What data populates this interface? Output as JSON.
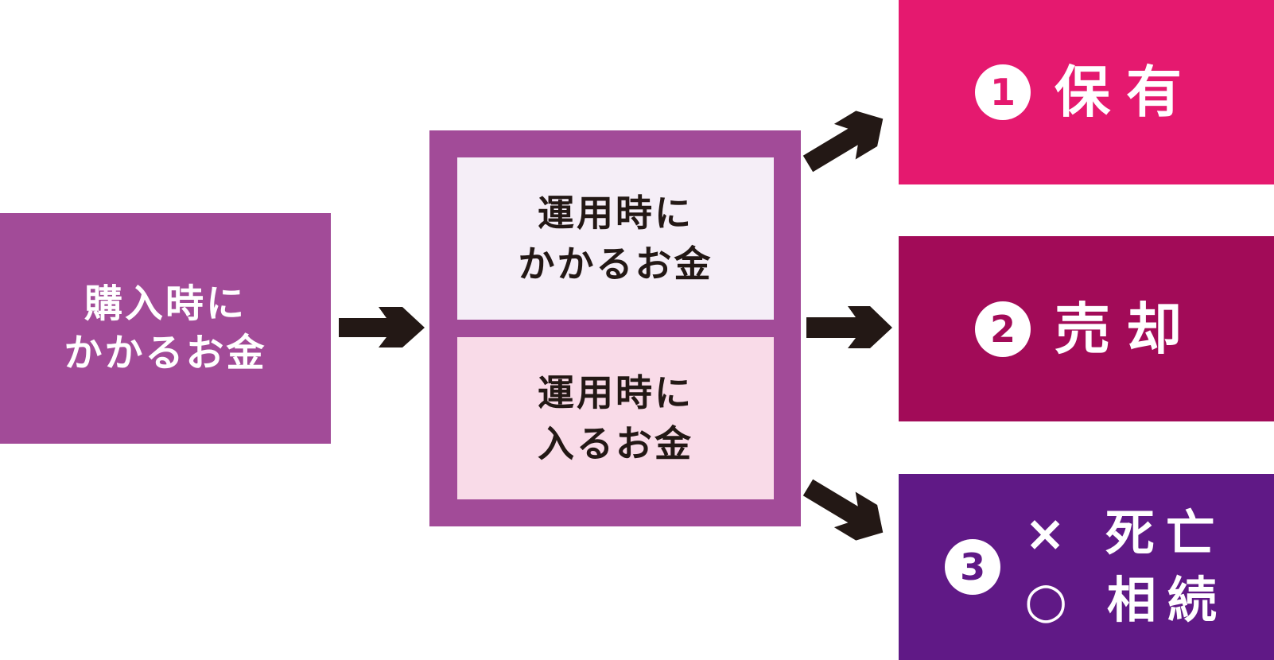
{
  "purchase": {
    "lines": [
      "購入時に",
      "かかるお金"
    ]
  },
  "operation": {
    "cost": {
      "lines": [
        "運用時に",
        "かかるお金"
      ]
    },
    "income": {
      "lines": [
        "運用時に",
        "入るお金"
      ]
    }
  },
  "outcomes": {
    "hold": {
      "number": "1",
      "label": "保有"
    },
    "sell": {
      "number": "2",
      "label": "売却"
    },
    "death": {
      "number": "3",
      "line1": "× 死亡",
      "line2": "○ 相続"
    }
  },
  "colors": {
    "purchase": "#a24b98",
    "operation_frame": "#a24b98",
    "operation_cost": "#f5eef7",
    "operation_income": "#f9dbe8",
    "hold": "#e5196f",
    "sell": "#a20b58",
    "death": "#601986",
    "arrow": "#231815"
  }
}
